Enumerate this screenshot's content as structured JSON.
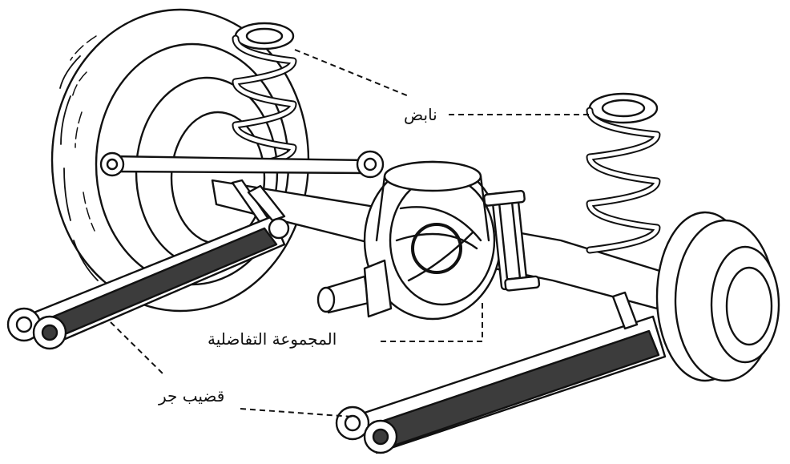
{
  "labels": {
    "spring": "نابض",
    "differential": "المجموعة التفاضلية",
    "trailing_arm": "قضيب جر"
  },
  "colors": {
    "stroke": "#111111",
    "fill": "#ffffff",
    "dark_arm": "#3c3c3c"
  }
}
